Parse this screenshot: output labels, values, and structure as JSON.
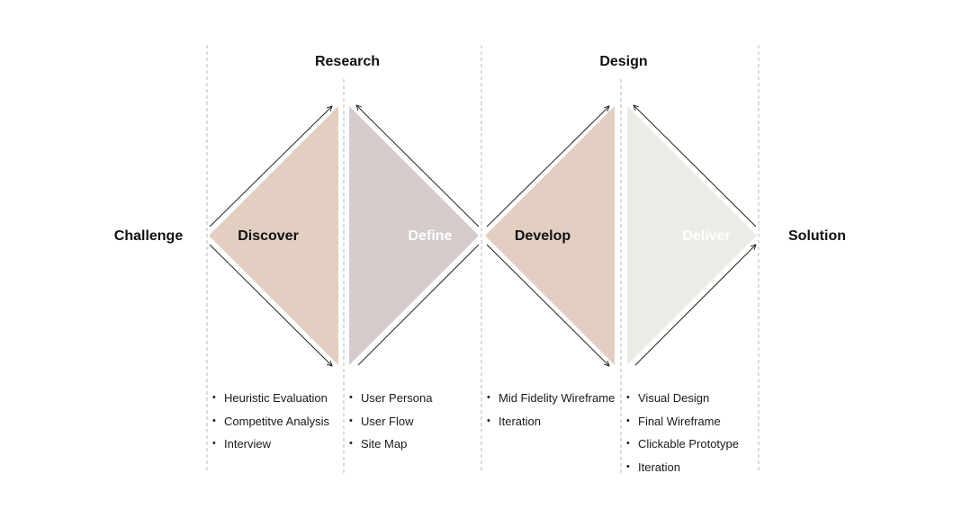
{
  "stages": [
    {
      "title": "Research"
    },
    {
      "title": "Design"
    }
  ],
  "endpoints": {
    "start": "Challenge",
    "end": "Solution"
  },
  "phases": [
    {
      "name": "Discover",
      "fill": "#e2cfc1",
      "text_color": "#111111",
      "activities": [
        "Heuristic Evaluation",
        "Competitve Analysis",
        "Interview"
      ]
    },
    {
      "name": "Define",
      "fill": "#d5cbcb",
      "text_color": "#ffffff",
      "activities": [
        "User Persona",
        "User Flow",
        "Site Map"
      ]
    },
    {
      "name": "Develop",
      "fill": "#e2cfc1",
      "text_color": "#111111",
      "activities": [
        "Mid Fidelity Wireframe",
        "Iteration"
      ]
    },
    {
      "name": "Deliver",
      "fill": "#ecebe5",
      "text_color": "#ffffff",
      "activities": [
        "Visual Design",
        "Final Wireframe",
        "Clickable Prototype",
        "Iteration"
      ]
    }
  ],
  "colors": {
    "divider": "#b9b9b9",
    "arrow": "#222222",
    "text": "#111111"
  },
  "icons": {
    "arrow": "arrowhead",
    "bullet": "bullet"
  }
}
